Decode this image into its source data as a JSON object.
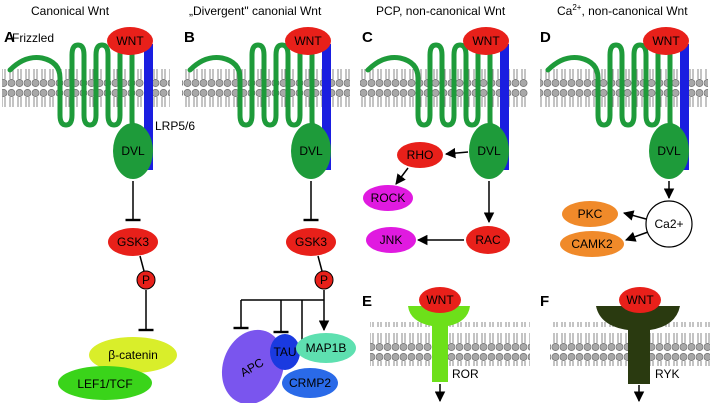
{
  "panel_titles": {
    "A": "Canonical Wnt",
    "B": "„Divergent\" canonial Wnt",
    "C": "PCP, non-canonical Wnt",
    "D_prefix": "Ca",
    "D_sup": "2+",
    "D_suffix": ", non-canonical Wnt"
  },
  "panel_letters": [
    "A",
    "B",
    "C",
    "D",
    "E",
    "F"
  ],
  "receptor_labels": {
    "frizzled": "Frizzled",
    "lrp": "LRP5/6",
    "ror": "ROR",
    "ryk": "RYK"
  },
  "nodes": {
    "wnt": "WNT",
    "dvl": "DVL",
    "gsk3": "GSK3",
    "phospho": "P",
    "beta_catenin": "β-catenin",
    "lef_tcf": "LEF1/TCF",
    "apc": "APC",
    "tau": "TAU",
    "map1b": "MAP1B",
    "crmp2": "CRMP2",
    "rho": "RHO",
    "rock": "ROCK",
    "jnk": "JNK",
    "rac": "RAC",
    "pkc": "PKC",
    "camk2": "CAMK2",
    "ca2": "Ca2+"
  },
  "colors": {
    "wnt_red": "#e8201a",
    "frizzled_green": "#1e9b3a",
    "lrp_blue": "#1a1ee0",
    "dvl_green": "#1e9b3a",
    "beta_catenin_yellow": "#d9ee2a",
    "lef_green": "#3ad41a",
    "apc_purple": "#7a55ee",
    "tau_blue": "#1a3ae0",
    "map1b_teal": "#5ee0b0",
    "crmp2_blue": "#2a6ae8",
    "rock_magenta": "#e01ae0",
    "pkc_orange": "#f08a2a",
    "ror_green": "#6de01a",
    "ryk_dark": "#2a3a10",
    "membrane_gray": "#9a9a9a"
  }
}
